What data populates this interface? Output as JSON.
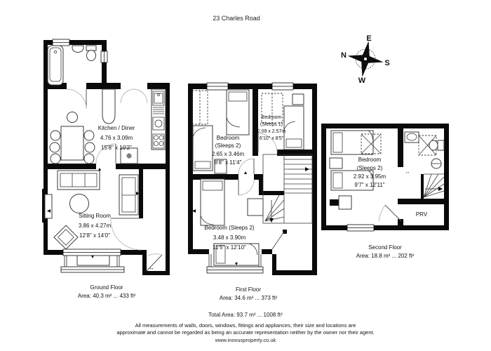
{
  "title": "23 Charles Road",
  "compass": {
    "n": "N",
    "e": "E",
    "s": "S",
    "w": "W"
  },
  "icons": {
    "snowflake": "❄",
    "door_double_arrow": "↔"
  },
  "ground": {
    "label": "Ground Floor",
    "area": "Area: 40.3 m² ... 433 ft²",
    "kitchen": {
      "line1": "Kitchen / Diner",
      "line2": "4.76 x 3.09m",
      "line3": "15'8\" x 10'2\""
    },
    "sitting": {
      "line1": "Sitting Room",
      "line2": "3.86 x 4.27m",
      "line3": "12'8\" x 14'0\""
    }
  },
  "first": {
    "label": "First Floor",
    "area": "Area: 34.6 m² ... 373 ft²",
    "bedroom_tl": {
      "line1": "Bedroom",
      "line2": "(Sleeps 2)",
      "line3": "2.65 x 3.46m",
      "line4": "8'8\" x 11'4\""
    },
    "bedroom_tr": {
      "line1": "Bedroom",
      "line2": "(Sleeps 1)",
      "line3": "2.09 x 2.57m",
      "line4": "6'10\" x 8'5\""
    },
    "bedroom_b": {
      "line1": "Bedroom (Sleeps 2)",
      "line2": "3.48 x 3.90m",
      "line3": "11'5\" x 12'10\""
    }
  },
  "second": {
    "label": "Second Floor",
    "area": "Area: 18.8 m² ... 202 ft²",
    "bedroom": {
      "line1": "Bedroom",
      "line2": "(Sleeps 2)",
      "line3": "2.92 x 3.95m",
      "line4": "9'7\" x 12'11\""
    },
    "prv": "PRV"
  },
  "footer": {
    "total": "Total Area: 93.7 m² ... 1008 ft²",
    "disclaimer1": "All measurements of walls, doors, windows, fittings and appliances, their size and locations are",
    "disclaimer2": "approximate and cannot be regarded as being an accurate representation neither by the owner nor their agent.",
    "website": "www.inovusproperty.co.uk"
  }
}
